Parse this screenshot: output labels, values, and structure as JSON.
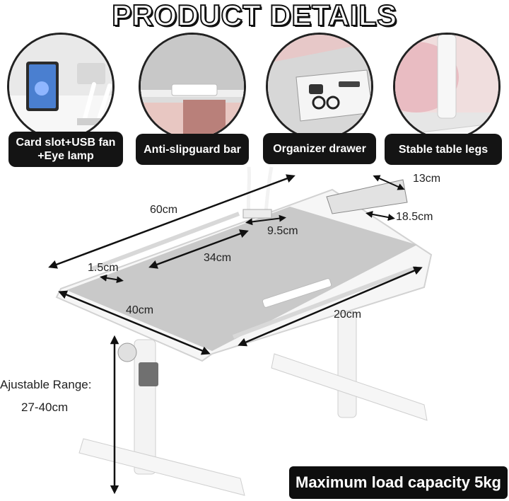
{
  "header": {
    "title": "PRODUCT DETAILS"
  },
  "features": [
    {
      "label_line1": "Card slot+USB fan",
      "label_line2": "+Eye lamp"
    },
    {
      "label_line1": "Anti-slipguard bar",
      "label_line2": ""
    },
    {
      "label_line1": "Organizer drawer",
      "label_line2": ""
    },
    {
      "label_line1": "Stable table legs",
      "label_line2": ""
    }
  ],
  "dimensions": {
    "length": "60cm",
    "drawer_width": "13cm",
    "drawer_depth": "18.5cm",
    "slot_width": "9.5cm",
    "groove_length": "34cm",
    "lip_height": "1.5cm",
    "width": "40cm",
    "bar_length": "20cm"
  },
  "height": {
    "label": "Ajustable Range:",
    "range": "27-40cm"
  },
  "capacity": {
    "text": "Maximum load capacity 5kg"
  },
  "colors": {
    "label_bg": "#141414",
    "tray_top": "#c9c9c9",
    "frame": "#f4f4f4",
    "arrow": "#111111"
  }
}
